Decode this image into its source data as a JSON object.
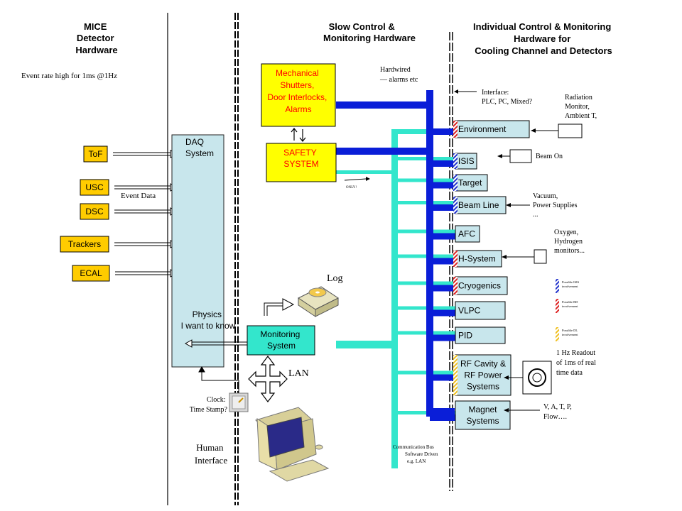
{
  "headers": {
    "detector": [
      "MICE",
      "Detector",
      "Hardware"
    ],
    "slow_control": [
      "Slow Control &",
      "Monitoring Hardware"
    ],
    "individual": [
      "Individual Control & Monitoring",
      "Hardware for",
      "Cooling Channel and Detectors"
    ]
  },
  "event_rate": "Event rate high for 1ms @1Hz",
  "detectors": [
    "ToF",
    "USC",
    "DSC",
    "Trackers",
    "ECAL"
  ],
  "event_data": "Event Data",
  "daq": [
    "DAQ",
    "System"
  ],
  "physics": [
    "Physics",
    "I want to know"
  ],
  "mechanical": [
    "Mechanical",
    "Shutters,",
    "Door Interlocks,",
    "Alarms"
  ],
  "safety": [
    "SAFETY",
    "SYSTEM"
  ],
  "only": "ONLY!",
  "hardwired": [
    "Hardwired",
    "— alarms etc"
  ],
  "interface": [
    "Interface:",
    "PLC, PC, Mixed?"
  ],
  "log": "Log",
  "monitoring": [
    "Monitoring",
    "System"
  ],
  "lan": "LAN",
  "clock": [
    "Clock:",
    "Time Stamp?"
  ],
  "human_interface": [
    "Human",
    "Interface"
  ],
  "comm_bus": [
    "Communication Bus",
    "Software Driven",
    "e.g. LAN"
  ],
  "subsystems": [
    {
      "lines": [
        "Environment"
      ]
    },
    {
      "lines": [
        "ISIS"
      ]
    },
    {
      "lines": [
        "Target"
      ]
    },
    {
      "lines": [
        "Beam Line"
      ]
    },
    {
      "lines": [
        "AFC"
      ]
    },
    {
      "lines": [
        "H-System"
      ]
    },
    {
      "lines": [
        "Cryogenics"
      ]
    },
    {
      "lines": [
        "VLPC"
      ]
    },
    {
      "lines": [
        "PID"
      ]
    },
    {
      "lines": [
        "RF Cavity &",
        "RF Power",
        "Systems"
      ]
    },
    {
      "lines": [
        "Magnet",
        "Systems"
      ]
    }
  ],
  "right_notes": {
    "radiation": [
      "Radiation",
      "Monitor,",
      "Ambient T,"
    ],
    "beam_on": "Beam On",
    "vacuum": [
      "Vacuum,",
      "Power Supplies",
      "..."
    ],
    "oxygen": [
      "Oxygen,",
      "Hydrogen",
      "monitors..."
    ],
    "readout": [
      "1 Hz Readout",
      "of 1ms of real",
      "time data"
    ],
    "vatp": [
      "V, A, T, P,",
      "Flow…."
    ]
  },
  "legend": [
    {
      "lines": [
        "Possible ISIS",
        "involvement"
      ],
      "color": "#2233cc"
    },
    {
      "lines": [
        "Possible RD",
        "involvement"
      ],
      "color": "#dd2222"
    },
    {
      "lines": [
        "Possible DL",
        "involvement"
      ],
      "color": "#f0c020"
    }
  ],
  "colors": {
    "light_box": "#c8e6ec",
    "cyan_bus": "#33e6cc",
    "blue_bus": "#0a1ed8",
    "yellow": "#ffff00",
    "orange": "#ffcc00"
  }
}
